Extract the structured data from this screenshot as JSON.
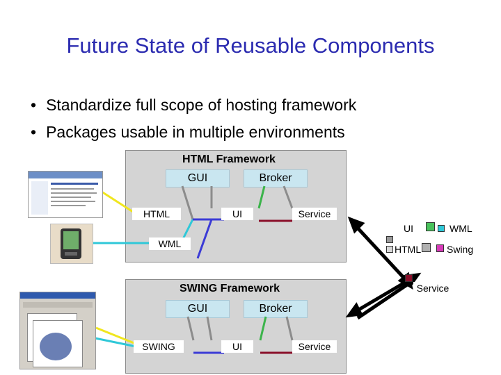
{
  "title": "Future State of Reusable Components",
  "bullets": [
    "Standardize full scope of hosting framework",
    "Packages usable in multiple environments"
  ],
  "html_framework": {
    "title": "HTML Framework",
    "gui": "GUI",
    "broker": "Broker",
    "html": "HTML",
    "ui": "UI",
    "service": "Service",
    "wml": "WML"
  },
  "swing_framework": {
    "title": "SWING Framework",
    "gui": "GUI",
    "broker": "Broker",
    "swing": "SWING",
    "ui": "UI",
    "service": "Service"
  },
  "component": {
    "ui": "UI",
    "wml": "WML",
    "html": "HTML",
    "swing": "Swing",
    "service": "Service"
  },
  "colors": {
    "title": "#2b2bb0",
    "frame": "#d4d4d4",
    "box": "#c9e6f0",
    "yellow": "#f0e61e",
    "cyan": "#2fc8d8",
    "gray": "#8c8c8c",
    "green": "#3cb44b",
    "blue": "#3b3bd6",
    "darkred": "#8a0f2a",
    "chip_green": "#49c25c",
    "chip_pink": "#d63ab8",
    "chip_cyan": "#2fc8d8",
    "chip_gray": "#9a9a9a",
    "chip_darkred": "#8a0f2a"
  },
  "icons": [
    "browser-thumbnail",
    "pda-device-icon",
    "swing-app-thumbnail",
    "double-arrow-icon"
  ]
}
